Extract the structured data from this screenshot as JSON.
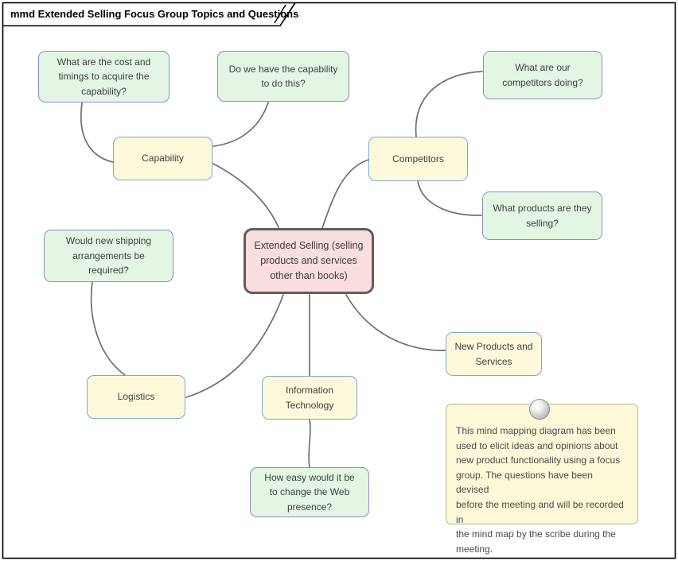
{
  "frame": {
    "title": "mmd Extended Selling Focus Group Topics and Questions"
  },
  "central_node": {
    "label": "Extended Selling (selling\nproducts and services\nother than books)"
  },
  "topics": [
    {
      "id": "capability",
      "label": "Capability"
    },
    {
      "id": "competitors",
      "label": "Competitors"
    },
    {
      "id": "logistics",
      "label": "Logistics"
    },
    {
      "id": "information-technology",
      "label": "Information\nTechnology"
    },
    {
      "id": "new-products-and-services",
      "label": "New Products and\nServices"
    }
  ],
  "questions": [
    {
      "id": "cost-timings",
      "label": "What are the cost and\ntimings to acquire the\ncapability?"
    },
    {
      "id": "capability-to-do-this",
      "label": "Do we have the capability\nto do this?"
    },
    {
      "id": "competitors-doing",
      "label": "What are our\ncompetitors doing?"
    },
    {
      "id": "products-they-selling",
      "label": "What products are they\nselling?"
    },
    {
      "id": "shipping-arrangements",
      "label": "Would new shipping\narrangements be\nrequired?"
    },
    {
      "id": "web-presence",
      "label": "How easy would it be\nto change the Web\npresence?"
    }
  ],
  "note": {
    "text": "This mind mapping diagram has been\nused to elicit ideas and opinions about\nnew product functionality using a focus\ngroup. The questions have been devised\nbefore the meeting and will be recorded in\nthe mind map by the scribe during the\nmeeting."
  },
  "colors": {
    "question_fill": "#e2f6e3",
    "question_border": "#8d8cc6",
    "topic_fill": "#fcfadb",
    "topic_border": "#7da6d8",
    "central_fill": "#fadddd",
    "central_border": "#5e5e5e",
    "note_fill": "#fcf9d8",
    "note_border": "#b9b78e",
    "connector": "#6e6e6e",
    "frame_border": "#000000"
  }
}
